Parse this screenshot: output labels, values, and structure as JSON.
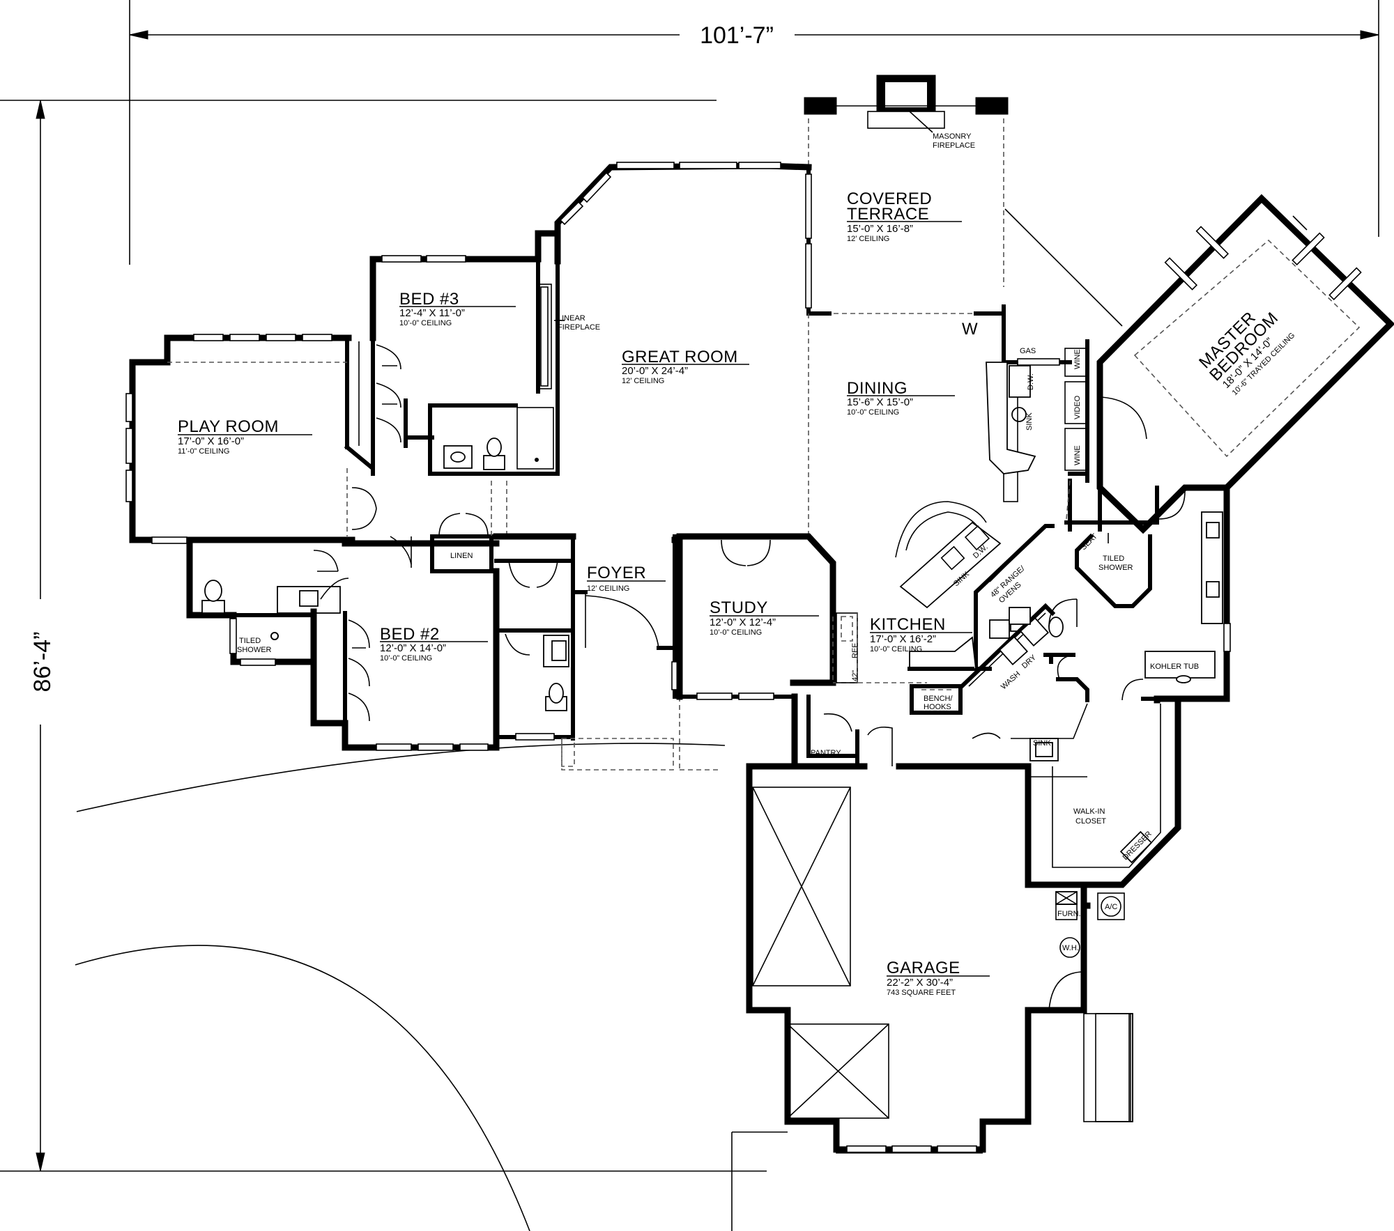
{
  "dimensions": {
    "width": "101’-7”",
    "depth": "86’-4”"
  },
  "rooms": {
    "covered_terrace": {
      "name_line1": "COVERED",
      "name_line2": "TERRACE",
      "size": "15’-0” X 16’-8”",
      "ceiling": "12’ CEILING"
    },
    "great_room": {
      "name": "GREAT ROOM",
      "size": "20’-0” X 24’-4”",
      "ceiling": "12’ CEILING"
    },
    "bed3": {
      "name": "BED #3",
      "size": "12’-4” X 11’-0”",
      "ceiling": "10’-0” CEILING"
    },
    "play_room": {
      "name": "PLAY ROOM",
      "size": "17’-0” X 16’-0”",
      "ceiling": "11’-0” CEILING"
    },
    "dining": {
      "name": "DINING",
      "size": "15’-6” X 15’-0”",
      "ceiling": "10’-0” CEILING"
    },
    "master_bedroom": {
      "name_line1": "MASTER",
      "name_line2": "BEDROOM",
      "size": "18’-0” X 14’-0”",
      "ceiling": "10’-6” TRAYED CEILING"
    },
    "foyer": {
      "name": "FOYER",
      "ceiling": "12’ CEILING"
    },
    "study": {
      "name": "STUDY",
      "size": "12’-0” X 12’-4”",
      "ceiling": "10’-0” CEILING"
    },
    "kitchen": {
      "name": "KITCHEN",
      "size": "17’-0” X 16’-2”",
      "ceiling": "10’-0” CEILING"
    },
    "bed2": {
      "name": "BED #2",
      "size": "12’-0” X 14’-0”",
      "ceiling": "10’-0” CEILING"
    },
    "garage": {
      "name": "GARAGE",
      "size": "22’-2” X 30’-4”",
      "area": "743 SQUARE FEET"
    }
  },
  "labels": {
    "masonry_fireplace_1": "MASONRY",
    "masonry_fireplace_2": "FIREPLACE",
    "linear_fireplace_1": "LINEAR",
    "linear_fireplace_2": "FIREPLACE",
    "gas": "GAS",
    "wine_1": "WINE",
    "wine_2": "WINE",
    "video": "VIDEO",
    "sink_wet_bar": "SINK",
    "dw_1": "D.W.",
    "sink_island": "SINK",
    "dw_2": "D.W.",
    "range_1": "48\" RANGE/",
    "range_2": "OVENS",
    "seat": "SEAT",
    "tiled_shower_master_1": "TILED",
    "tiled_shower_master_2": "SHOWER",
    "tub": "KOHLER TUB",
    "ref": "REF",
    "counter_42": "42\"",
    "wash": "WASH",
    "dry": "DRY",
    "bench_1": "BENCH/",
    "bench_2": "HOOKS",
    "pantry": "PANTRY",
    "sink_laundry": "SINK",
    "walkin_1": "WALK-IN",
    "walkin_2": "CLOSET",
    "dresser": "DRESSER",
    "furn": "FURN.",
    "ac": "A/C",
    "wh": "W.H.",
    "linen": "LINEN",
    "tiled_shower_bath_1": "TILED",
    "tiled_shower_bath_2": "SHOWER",
    "w_mark": "W"
  }
}
